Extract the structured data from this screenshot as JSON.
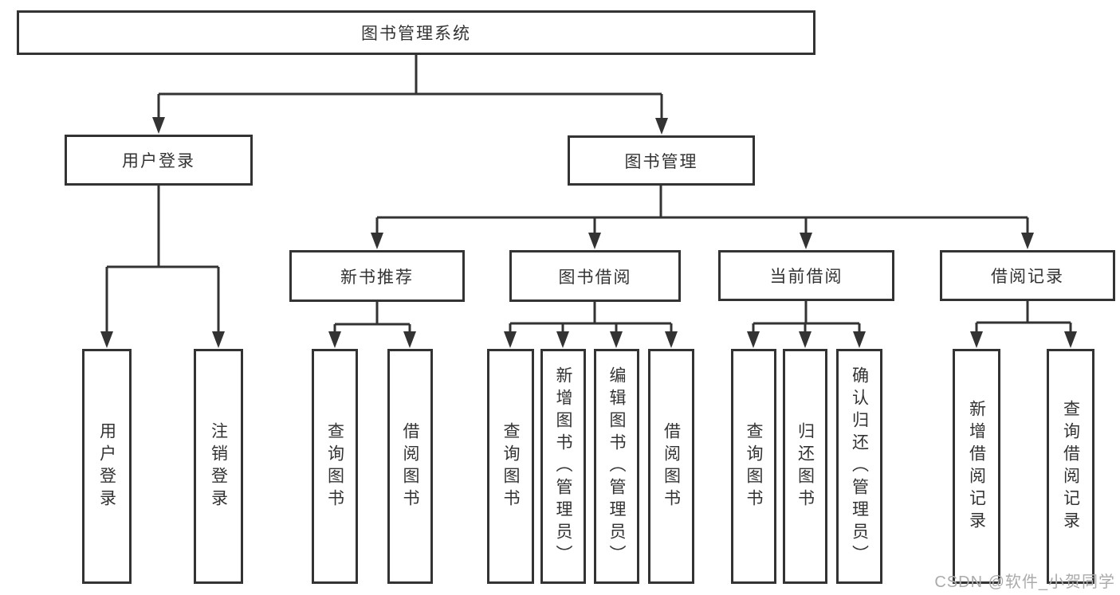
{
  "diagram": {
    "root": {
      "label": "图书管理系统"
    },
    "level2": [
      {
        "label": "用户登录"
      },
      {
        "label": "图书管理"
      }
    ],
    "level3": [
      {
        "label": "新书推荐",
        "parent": "图书管理"
      },
      {
        "label": "图书借阅",
        "parent": "图书管理"
      },
      {
        "label": "当前借阅",
        "parent": "图书管理"
      },
      {
        "label": "借阅记录",
        "parent": "图书管理"
      }
    ],
    "leaves": [
      {
        "label": "用户登录",
        "parent": "用户登录"
      },
      {
        "label": "注销登录",
        "parent": "用户登录"
      },
      {
        "label": "查询图书",
        "parent": "新书推荐"
      },
      {
        "label": "借阅图书",
        "parent": "新书推荐"
      },
      {
        "label": "查询图书",
        "parent": "图书借阅"
      },
      {
        "label": "新增图书（管理员）",
        "parent": "图书借阅"
      },
      {
        "label": "编辑图书（管理员）",
        "parent": "图书借阅"
      },
      {
        "label": "借阅图书",
        "parent": "图书借阅"
      },
      {
        "label": "查询图书",
        "parent": "当前借阅"
      },
      {
        "label": "归还图书",
        "parent": "当前借阅"
      },
      {
        "label": "确认归还（管理员）",
        "parent": "当前借阅"
      },
      {
        "label": "新增借阅记录",
        "parent": "借阅记录"
      },
      {
        "label": "查询借阅记录",
        "parent": "借阅记录"
      }
    ],
    "colors": {
      "line": "#333333",
      "text": "#333333",
      "box_background": "#ffffff"
    }
  },
  "watermark": {
    "text": "CSDN @软件_小贺同学",
    "color": "#ababab"
  }
}
